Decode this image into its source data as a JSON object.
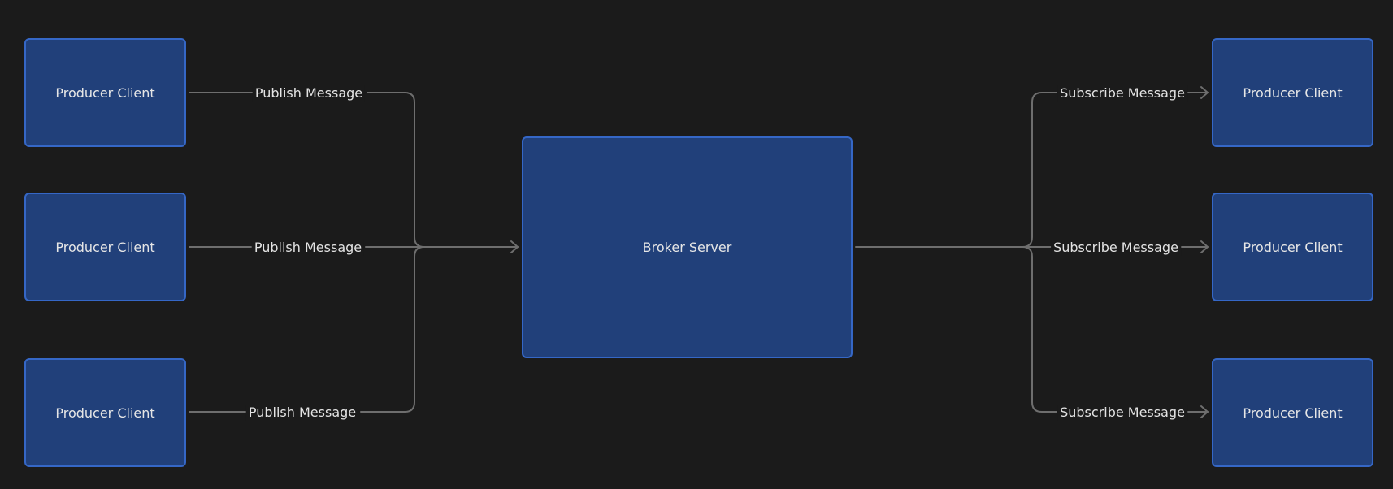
{
  "diagram": {
    "nodes": {
      "producer_1": "Producer Client",
      "producer_2": "Producer Client",
      "producer_3": "Producer Client",
      "broker": "Broker Server",
      "consumer_1": "Producer Client",
      "consumer_2": "Producer Client",
      "consumer_3": "Producer Client"
    },
    "edges": {
      "publish_1": "Publish Message",
      "publish_2": "Publish Message",
      "publish_3": "Publish Message",
      "subscribe_1": "Subscribe Message",
      "subscribe_2": "Subscribe Message",
      "subscribe_3": "Subscribe Message"
    },
    "colors": {
      "background": "#1b1b1b",
      "node_fill": "#21407a",
      "node_border": "#3567c6",
      "edge": "#6e6e6e",
      "text": "#e6e6e6"
    }
  }
}
